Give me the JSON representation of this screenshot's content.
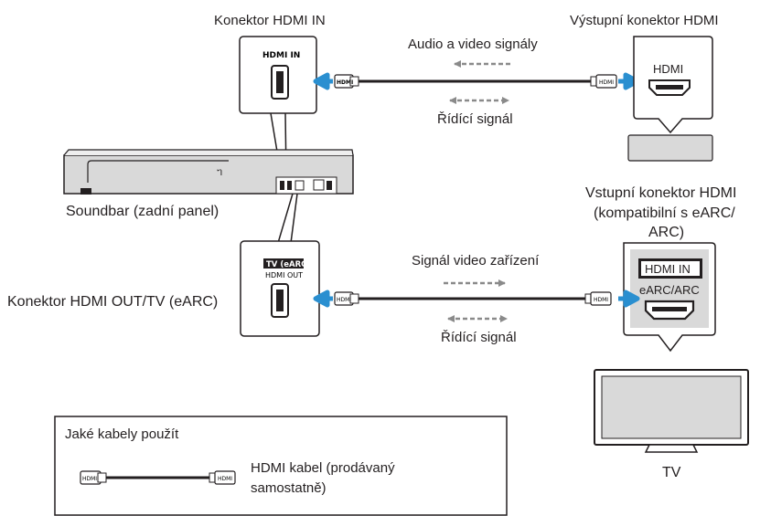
{
  "labels": {
    "hdmi_in_connector_title": "Konektor HDMI IN",
    "output_hdmi_title": "Výstupní konektor HDMI",
    "audio_video_signals": "Audio a video signály",
    "control_signal_top": "Řídící signál",
    "soundbar_rear": "Soundbar (zadní panel)",
    "input_hdmi_title_line1": "Vstupní konektor HDMI",
    "input_hdmi_title_line2": "(kompatibilní s eARC/",
    "input_hdmi_title_line3": "ARC)",
    "video_signal": "Signál video zařízení",
    "hdmi_out_tv_title": "Konektor HDMI OUT/TV (eARC)",
    "control_signal_bottom": "Řídící signál",
    "tv": "TV"
  },
  "panels": {
    "hdmi_in_panel": "HDMI IN",
    "tv_earc_panel_line1": "TV (eARC)",
    "tv_earc_panel_line2": "HDMI OUT",
    "source_hdmi_label": "HDMI",
    "tv_hdmi_in_label": "HDMI IN",
    "tv_earc_arc_label": "eARC/ARC"
  },
  "plugs": {
    "plug_text": "HDMI"
  },
  "legend": {
    "title": "Jaké kabely použít",
    "cable_line1": "HDMI kabel (prodávaný",
    "cable_line2": "samostatně)"
  },
  "colors": {
    "arrow_blue": "#2a8fd0",
    "line_black": "#231f20",
    "device_gray": "#d9d9d9",
    "dashed_gray": "#8a8a8a"
  }
}
